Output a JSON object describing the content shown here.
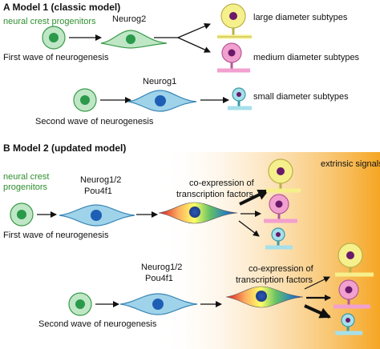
{
  "panel_a": {
    "title": "A  Model 1 (classic model)",
    "progenitor_label": "neural crest progenitors",
    "neurog2": "Neurog2",
    "first_wave": "First wave of neurogenesis",
    "large_subtypes": "large diameter subtypes",
    "medium_subtypes": "medium diameter subtypes",
    "neurog1": "Neurog1",
    "small_subtypes": "small diameter subtypes",
    "second_wave": "Second wave of neurogenesis"
  },
  "panel_b": {
    "title": "B  Model 2 (updated model)",
    "extrinsic": "extrinsic signals",
    "progenitor_line1": "neural crest",
    "progenitor_line2": "progenitors",
    "neurog12": "Neurog1/2",
    "pou4f1": "Pou4f1",
    "coexp_line1": "co-expression of",
    "coexp_line2": "transcription factors",
    "first_wave": "First wave of neurogenesis",
    "second_wave": "Second wave of neurogenesis"
  },
  "colors": {
    "progenitor_green": "#2f8f2f",
    "neuron_blue": "#9fd3ea",
    "large_yellow": "#f6f08c",
    "medium_pink": "#f2a0cf",
    "small_cyan": "#a6e0ea",
    "extrinsic_orange": "#f5a623"
  }
}
